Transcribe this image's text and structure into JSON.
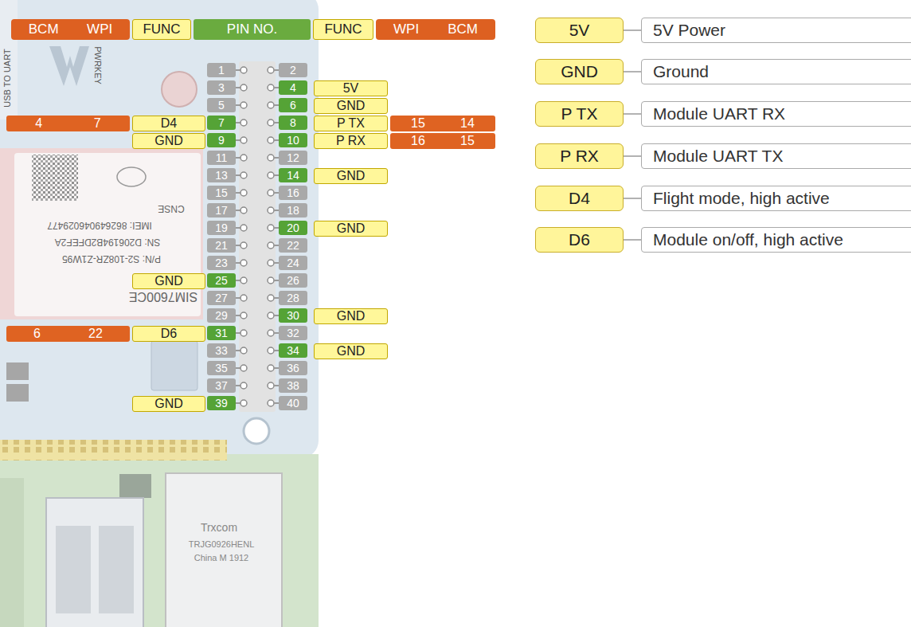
{
  "diagram": {
    "nodes": [
      {
        "text": [
          "BCM",
          "WPI"
        ]
      },
      {
        "text": [
          "FUNC"
        ]
      },
      {
        "text": [
          "PIN NO."
        ]
      },
      {
        "text": [
          "FUNC"
        ]
      },
      {
        "text": [
          "WPI",
          "BCM"
        ]
      },
      {
        "text": [
          "1"
        ]
      },
      {
        "text": [
          "2"
        ]
      },
      {
        "text": [
          "3"
        ]
      },
      {
        "text": [
          "4"
        ]
      },
      {
        "text": [
          "5V"
        ]
      },
      {
        "text": [
          "5"
        ]
      },
      {
        "text": [
          "6"
        ]
      },
      {
        "text": [
          "GND"
        ]
      },
      {
        "text": [
          "4",
          "7"
        ]
      },
      {
        "text": [
          "D4"
        ]
      },
      {
        "text": [
          "7"
        ]
      },
      {
        "text": [
          "8"
        ]
      },
      {
        "text": [
          "P TX"
        ]
      },
      {
        "text": [
          "15",
          "14"
        ]
      },
      {
        "text": [
          "GND"
        ]
      },
      {
        "text": [
          "9"
        ]
      },
      {
        "text": [
          "10"
        ]
      },
      {
        "text": [
          "P RX"
        ]
      },
      {
        "text": [
          "16",
          "15"
        ]
      },
      {
        "text": [
          "11"
        ]
      },
      {
        "text": [
          "12"
        ]
      },
      {
        "text": [
          "13"
        ]
      },
      {
        "text": [
          "14"
        ]
      },
      {
        "text": [
          "GND"
        ]
      },
      {
        "text": [
          "15"
        ]
      },
      {
        "text": [
          "16"
        ]
      },
      {
        "text": [
          "17"
        ]
      },
      {
        "text": [
          "18"
        ]
      },
      {
        "text": [
          "19"
        ]
      },
      {
        "text": [
          "20"
        ]
      },
      {
        "text": [
          "GND"
        ]
      },
      {
        "text": [
          "21"
        ]
      },
      {
        "text": [
          "22"
        ]
      },
      {
        "text": [
          "23"
        ]
      },
      {
        "text": [
          "24"
        ]
      },
      {
        "text": [
          "GND"
        ]
      },
      {
        "text": [
          "25"
        ]
      },
      {
        "text": [
          "26"
        ]
      },
      {
        "text": [
          "27"
        ]
      },
      {
        "text": [
          "28"
        ]
      },
      {
        "text": [
          "29"
        ]
      },
      {
        "text": [
          "30"
        ]
      },
      {
        "text": [
          "GND"
        ]
      },
      {
        "text": [
          "6",
          "22"
        ]
      },
      {
        "text": [
          "D6"
        ]
      },
      {
        "text": [
          "31"
        ]
      },
      {
        "text": [
          "32"
        ]
      },
      {
        "text": [
          "33"
        ]
      },
      {
        "text": [
          "34"
        ]
      },
      {
        "text": [
          "GND"
        ]
      },
      {
        "text": [
          "35"
        ]
      },
      {
        "text": [
          "36"
        ]
      },
      {
        "text": [
          "37"
        ]
      },
      {
        "text": [
          "38"
        ]
      },
      {
        "text": [
          "GND"
        ]
      },
      {
        "text": [
          "39"
        ]
      },
      {
        "text": [
          "40"
        ]
      },
      {
        "text": [
          "5V"
        ]
      },
      {
        "text": [
          "5V Power"
        ]
      },
      {
        "text": [
          "GND"
        ]
      },
      {
        "text": [
          "Ground"
        ]
      },
      {
        "text": [
          "P TX"
        ]
      },
      {
        "text": [
          "Module UART RX"
        ]
      },
      {
        "text": [
          "P RX"
        ]
      },
      {
        "text": [
          "Module UART TX"
        ]
      },
      {
        "text": [
          "D4"
        ]
      },
      {
        "text": [
          "Flight mode, high active"
        ]
      },
      {
        "text": [
          "D6"
        ]
      },
      {
        "text": [
          "Module on/off, high active"
        ]
      }
    ],
    "edges": [
      {
        "from": 62,
        "to": 63,
        "arrow": "none"
      },
      {
        "from": 64,
        "to": 65,
        "arrow": "none"
      },
      {
        "from": 66,
        "to": 67,
        "arrow": "none"
      },
      {
        "from": 68,
        "to": 69,
        "arrow": "none"
      },
      {
        "from": 70,
        "to": 71,
        "arrow": "none"
      },
      {
        "from": 72,
        "to": 73,
        "arrow": "none"
      }
    ],
    "labels": [
      "USB TO UART",
      "PWRKEY",
      "CNSE",
      "IMEI: 862649046029477",
      "SN: D206194B2DFEF2A",
      "P/N: S2-108ZR-Z1W95",
      "SIM7600CE",
      "Trxcom",
      "TRJG0926HENL",
      "China M 1912"
    ]
  }
}
